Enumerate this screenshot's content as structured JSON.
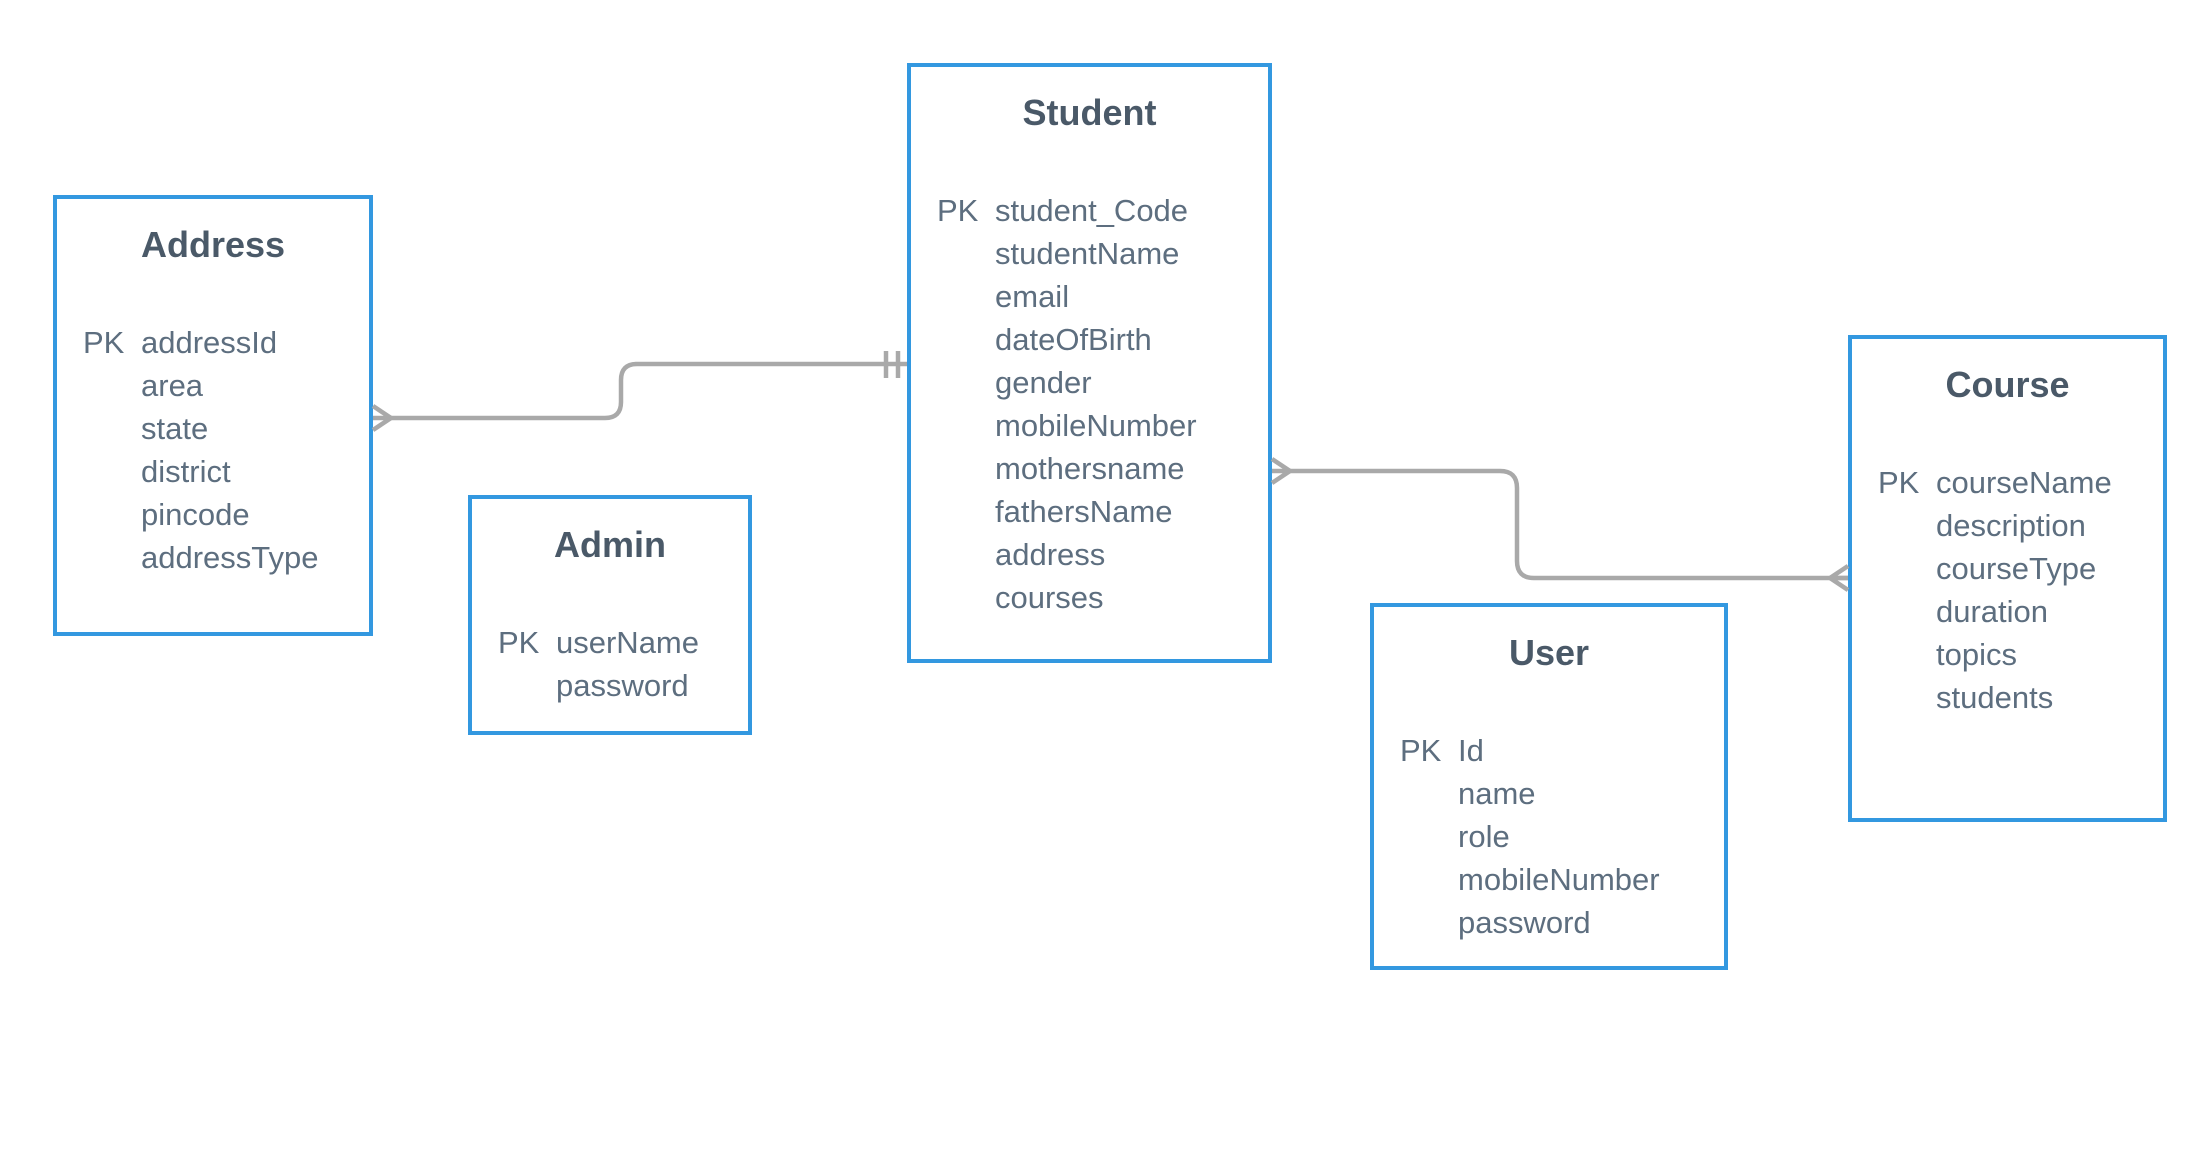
{
  "colors": {
    "entity_border": "#3398e0",
    "entity_fill": "#ffffff",
    "title_text": "#4a5968",
    "field_text": "#5d6e7f",
    "relationship_line": "#a9a9a9",
    "background": "#ffffff"
  },
  "entities": [
    {
      "name": "Address",
      "fields": [
        {
          "key": "PK",
          "name": "addressId"
        },
        {
          "key": "",
          "name": "area"
        },
        {
          "key": "",
          "name": "state"
        },
        {
          "key": "",
          "name": "district"
        },
        {
          "key": "",
          "name": "pincode"
        },
        {
          "key": "",
          "name": "addressType"
        }
      ]
    },
    {
      "name": "Student",
      "fields": [
        {
          "key": "PK",
          "name": "student_Code"
        },
        {
          "key": "",
          "name": "studentName"
        },
        {
          "key": "",
          "name": "email"
        },
        {
          "key": "",
          "name": "dateOfBirth"
        },
        {
          "key": "",
          "name": "gender"
        },
        {
          "key": "",
          "name": "mobileNumber"
        },
        {
          "key": "",
          "name": "mothersname"
        },
        {
          "key": "",
          "name": "fathersName"
        },
        {
          "key": "",
          "name": "address"
        },
        {
          "key": "",
          "name": "courses"
        }
      ]
    },
    {
      "name": "Admin",
      "fields": [
        {
          "key": "PK",
          "name": "userName"
        },
        {
          "key": "",
          "name": "password"
        }
      ]
    },
    {
      "name": "User",
      "fields": [
        {
          "key": "PK",
          "name": "Id"
        },
        {
          "key": "",
          "name": "name"
        },
        {
          "key": "",
          "name": "role"
        },
        {
          "key": "",
          "name": "mobileNumber"
        },
        {
          "key": "",
          "name": "password"
        }
      ]
    },
    {
      "name": "Course",
      "fields": [
        {
          "key": "PK",
          "name": "courseName"
        },
        {
          "key": "",
          "name": "description"
        },
        {
          "key": "",
          "name": "courseType"
        },
        {
          "key": "",
          "name": "duration"
        },
        {
          "key": "",
          "name": "topics"
        },
        {
          "key": "",
          "name": "students"
        }
      ]
    }
  ],
  "relationships": [
    {
      "from": "Address",
      "to": "Student",
      "from_marker": "crow-foot-many",
      "to_marker": "one-and-only-one-double-bar"
    },
    {
      "from": "Student",
      "to": "Course",
      "from_marker": "crow-foot-many",
      "to_marker": "crow-foot-many"
    }
  ]
}
